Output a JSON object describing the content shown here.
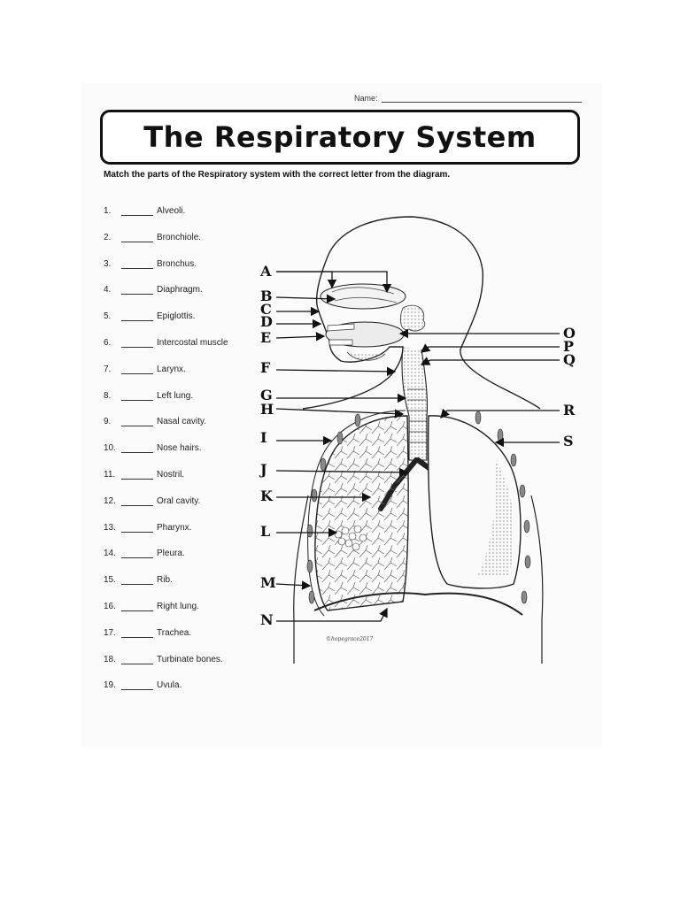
{
  "header": {
    "name_label": "Name:",
    "title": "The Respiratory System",
    "instructions": "Match the parts of the Respiratory system with the correct letter from the diagram."
  },
  "items": [
    {
      "num": "1.",
      "label": "Alveoli."
    },
    {
      "num": "2.",
      "label": "Bronchiole."
    },
    {
      "num": "3.",
      "label": "Bronchus."
    },
    {
      "num": "4.",
      "label": "Diaphragm."
    },
    {
      "num": "5.",
      "label": "Epiglottis."
    },
    {
      "num": "6.",
      "label": "Intercostal muscle"
    },
    {
      "num": "7.",
      "label": "Larynx."
    },
    {
      "num": "8.",
      "label": "Left lung."
    },
    {
      "num": "9.",
      "label": "Nasal cavity."
    },
    {
      "num": "10.",
      "label": "Nose hairs."
    },
    {
      "num": "11.",
      "label": "Nostril."
    },
    {
      "num": "12.",
      "label": "Oral cavity."
    },
    {
      "num": "13.",
      "label": "Pharynx."
    },
    {
      "num": "14.",
      "label": "Pleura."
    },
    {
      "num": "15.",
      "label": "Rib."
    },
    {
      "num": "16.",
      "label": "Right lung."
    },
    {
      "num": "17.",
      "label": "Trachea."
    },
    {
      "num": "18.",
      "label": "Turbinate bones."
    },
    {
      "num": "19.",
      "label": "Uvula."
    }
  ],
  "diagram": {
    "letters_left": [
      "A",
      "B",
      "C",
      "D",
      "E",
      "F",
      "G",
      "H",
      "I",
      "J",
      "K",
      "L",
      "M",
      "N"
    ],
    "letters_right": [
      "O",
      "P",
      "Q",
      "R",
      "S"
    ],
    "copyright": "©hopegrace2017"
  }
}
